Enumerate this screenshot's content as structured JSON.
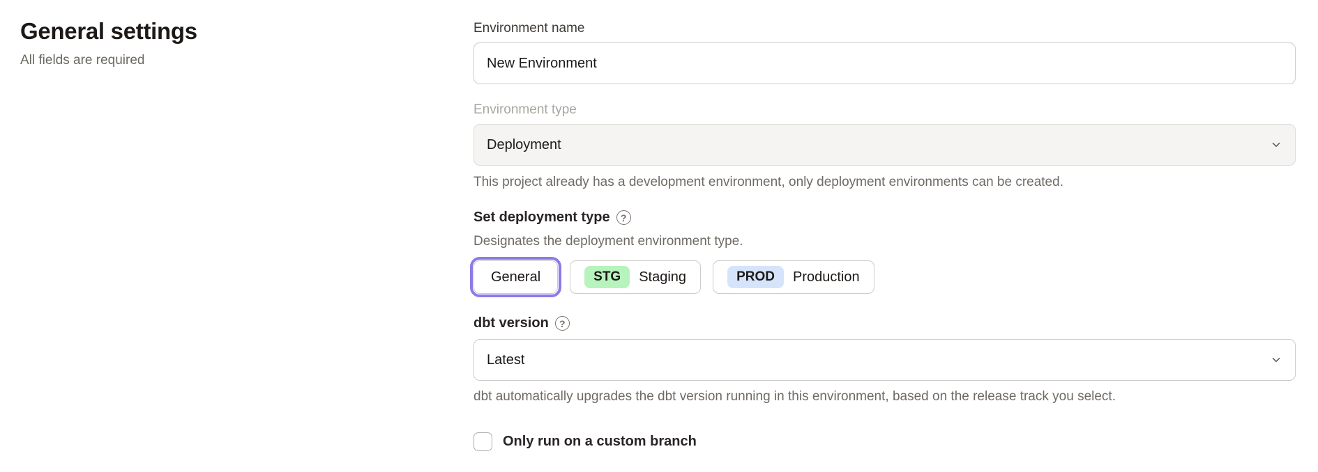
{
  "page": {
    "title": "General settings",
    "subtitle": "All fields are required"
  },
  "form": {
    "environment_name": {
      "label": "Environment name",
      "value": "New Environment"
    },
    "environment_type": {
      "label": "Environment type",
      "value": "Deployment",
      "disabled": true,
      "helper": "This project already has a development environment, only deployment environments can be created."
    },
    "deployment_type": {
      "label": "Set deployment type",
      "description": "Designates the deployment environment type.",
      "options": [
        {
          "label": "General",
          "selected": true
        },
        {
          "badge": "STG",
          "label": "Staging",
          "selected": false
        },
        {
          "badge": "PROD",
          "label": "Production",
          "selected": false
        }
      ]
    },
    "dbt_version": {
      "label": "dbt version",
      "value": "Latest",
      "helper": "dbt automatically upgrades the dbt version running in this environment, based on the release track you select."
    },
    "custom_branch": {
      "label": "Only run on a custom branch",
      "checked": false
    }
  },
  "icons": {
    "help": "question-circle-icon",
    "dropdown": "chevron-down-icon"
  },
  "colors": {
    "selected_ring": "#8b7ae8",
    "staging_badge_bg": "#b7f3bc",
    "production_badge_bg": "#d6e4fb",
    "disabled_field_bg": "#f5f4f3",
    "helper_text": "#6f6a64",
    "border": "#cfccc9"
  }
}
